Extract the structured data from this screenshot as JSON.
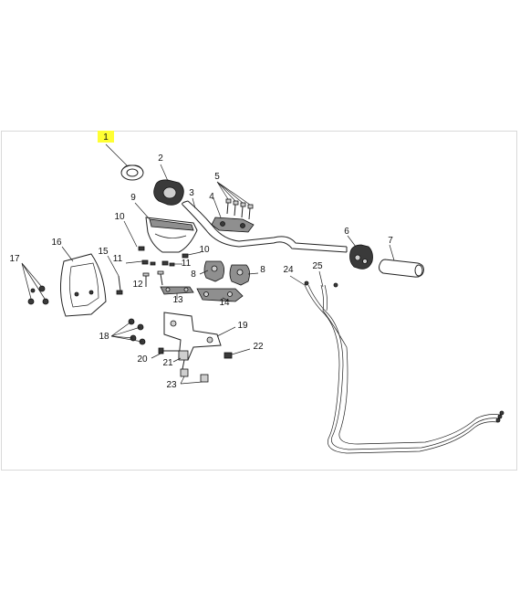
{
  "diagram": {
    "highlight_color": "#ffff33",
    "callouts": [
      {
        "id": "c1",
        "label": "1",
        "highlight": true
      },
      {
        "id": "c2",
        "label": "2"
      },
      {
        "id": "c3",
        "label": "3"
      },
      {
        "id": "c4",
        "label": "4"
      },
      {
        "id": "c5",
        "label": "5"
      },
      {
        "id": "c6",
        "label": "6"
      },
      {
        "id": "c7",
        "label": "7"
      },
      {
        "id": "c8a",
        "label": "8"
      },
      {
        "id": "c8b",
        "label": "8"
      },
      {
        "id": "c9",
        "label": "9"
      },
      {
        "id": "c10a",
        "label": "10"
      },
      {
        "id": "c10b",
        "label": "10"
      },
      {
        "id": "c11a",
        "label": "11"
      },
      {
        "id": "c11b",
        "label": "11"
      },
      {
        "id": "c12",
        "label": "12"
      },
      {
        "id": "c13",
        "label": "13"
      },
      {
        "id": "c14",
        "label": "14"
      },
      {
        "id": "c15",
        "label": "15"
      },
      {
        "id": "c16",
        "label": "16"
      },
      {
        "id": "c17",
        "label": "17"
      },
      {
        "id": "c18",
        "label": "18"
      },
      {
        "id": "c19",
        "label": "19"
      },
      {
        "id": "c20",
        "label": "20"
      },
      {
        "id": "c21",
        "label": "21"
      },
      {
        "id": "c22",
        "label": "22"
      },
      {
        "id": "c23",
        "label": "23"
      },
      {
        "id": "c24",
        "label": "24"
      },
      {
        "id": "c25",
        "label": "25"
      }
    ]
  }
}
